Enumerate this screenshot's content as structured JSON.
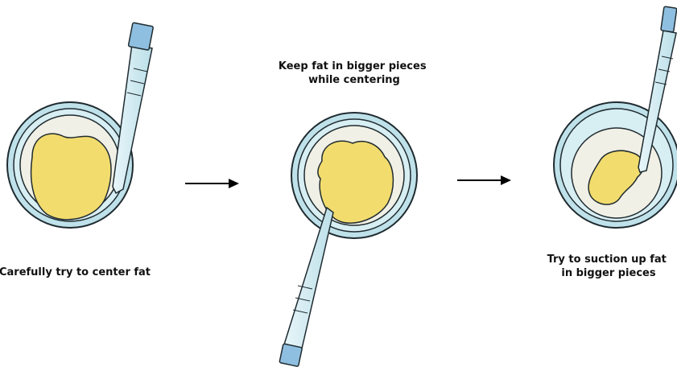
{
  "steps": [
    {
      "caption_lines": [
        "Carefully try to center fat"
      ]
    },
    {
      "caption_lines": [
        "Keep fat in bigger pieces",
        "while centering"
      ]
    },
    {
      "caption_lines": [
        "Try  to suction up fat",
        "in bigger pieces"
      ]
    }
  ],
  "colors": {
    "fat_fill": "#f2dc6e",
    "dish_rim": "#bfe1ea",
    "dish_outline": "#1f2b30",
    "dish_bottom": "#f1f0e6",
    "pipette_body": "#cfe9f0",
    "pipette_cap": "#8fbfe0",
    "arrow": "#000000"
  },
  "icons": [
    "petri-dish-icon",
    "pipette-icon",
    "right-arrow-icon"
  ]
}
